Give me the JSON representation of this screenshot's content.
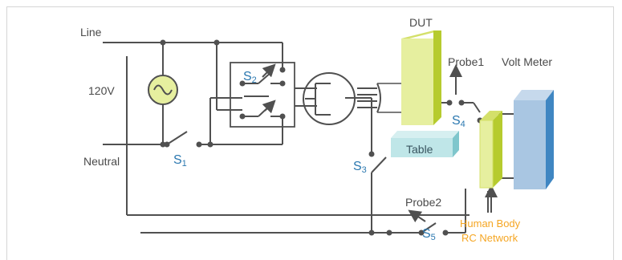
{
  "labels": {
    "line": "Line",
    "voltage": "120V",
    "neutral": "Neutral",
    "dut": "DUT",
    "probe1": "Probe1",
    "probe2": "Probe2",
    "volt_meter": "Volt Meter",
    "table": "Table",
    "human_body_1": "Human Body",
    "human_body_2": "RC Network"
  },
  "switches": {
    "s1": {
      "letter": "S",
      "num": "1"
    },
    "s2": {
      "letter": "S",
      "num": "2"
    },
    "s3": {
      "letter": "S",
      "num": "3"
    },
    "s4": {
      "letter": "S",
      "num": "4"
    },
    "s5": {
      "letter": "S",
      "num": "5"
    }
  },
  "colors": {
    "wire": "#505050",
    "switch_label": "#2b78b0",
    "dut_front": "#e6ef9f",
    "dut_side": "#b6cb2e",
    "meter_front": "#a9c6e2",
    "meter_side": "#3f86c2",
    "table_front": "#bfe6e8",
    "human_label": "#f5a623"
  }
}
